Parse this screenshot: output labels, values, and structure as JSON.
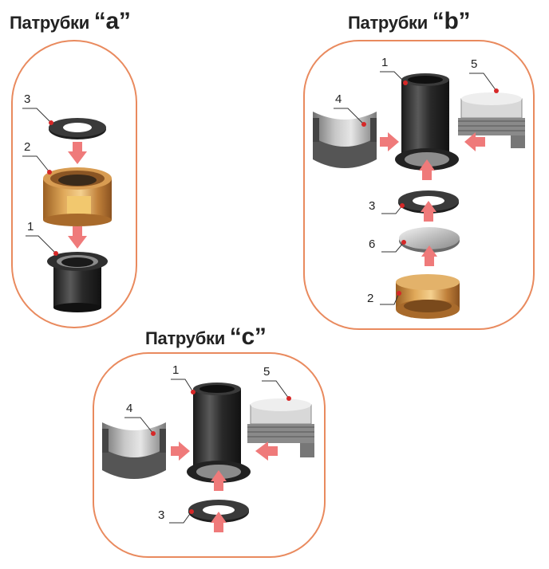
{
  "titles": {
    "a_prefix": "Патрубки",
    "a_letter": "“a”",
    "b_prefix": "Патрубки",
    "b_letter": "“b”",
    "c_prefix": "Патрубки",
    "c_letter": "“c”"
  },
  "labels": {
    "a": {
      "l3": "3",
      "l2": "2",
      "l1": "1"
    },
    "b": {
      "l1": "1",
      "l5": "5",
      "l4": "4",
      "l3": "3",
      "l6": "6",
      "l2": "2"
    },
    "c": {
      "l1": "1",
      "l5": "5",
      "l4": "4",
      "l3": "3"
    }
  },
  "colors": {
    "panel_border": "#e98a5e",
    "arrow": "#ef7a7a",
    "pipe": "#2b2b2b",
    "brass": "#c98a3c",
    "gray": "#a9a9a9",
    "leader_dot": "#d62828"
  }
}
